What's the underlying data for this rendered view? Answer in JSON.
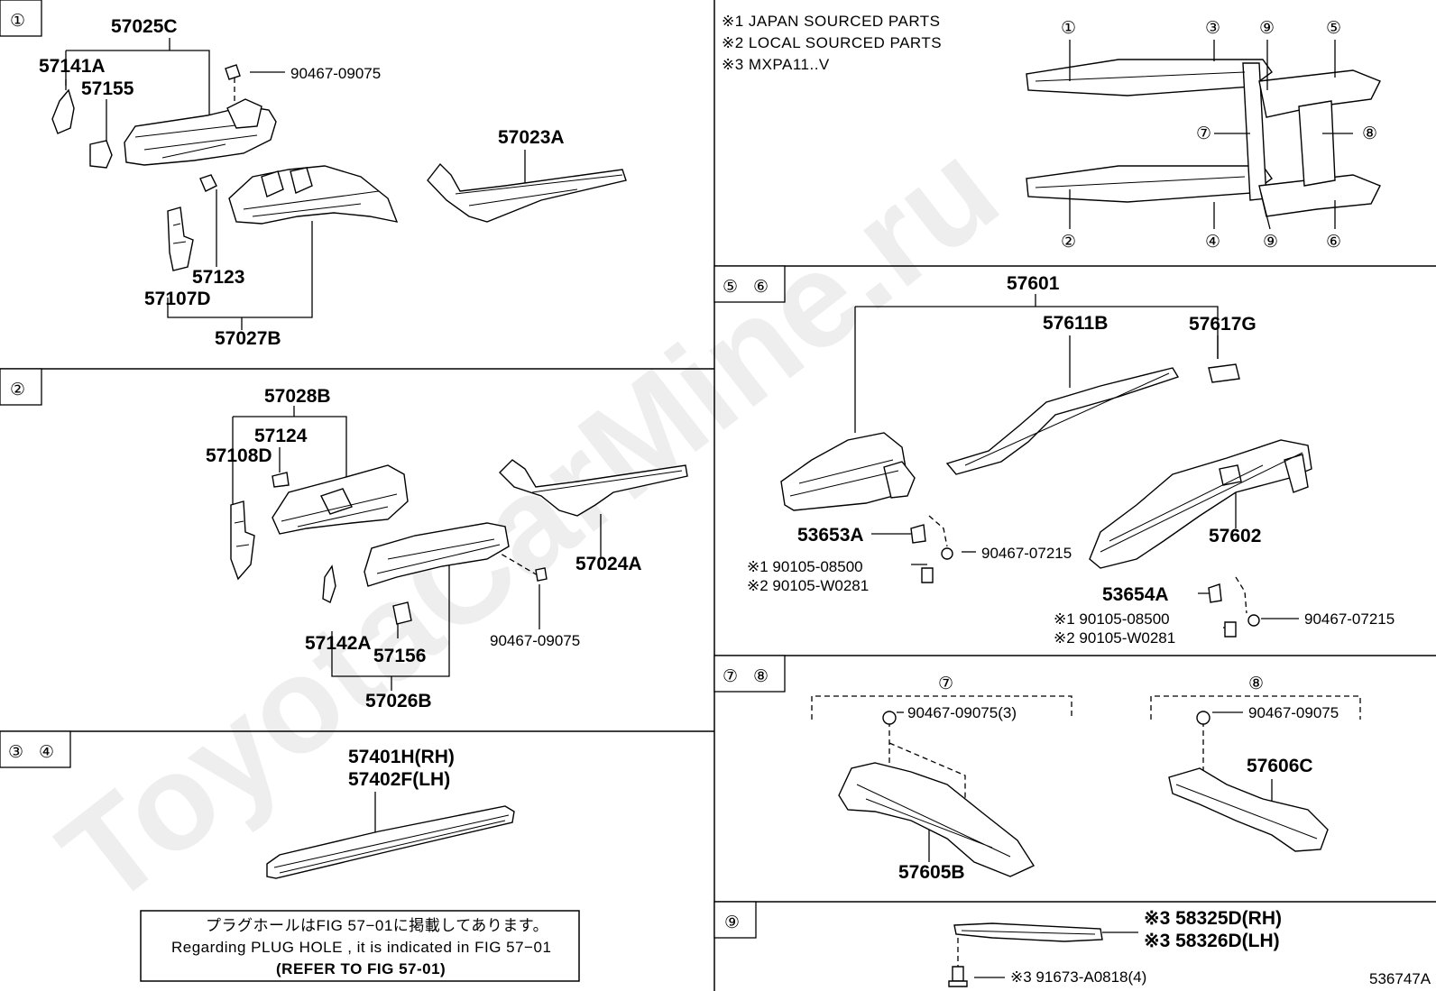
{
  "sections": {
    "s1": {
      "tag": "①",
      "labels": {
        "a": "57025C",
        "b": "57141A",
        "c": "57155",
        "d": "90467-09075",
        "e": "57023A",
        "f": "57123",
        "g": "57107D",
        "h": "57027B"
      }
    },
    "s2": {
      "tag": "②",
      "labels": {
        "a": "57028B",
        "b": "57124",
        "c": "57108D",
        "d": "57024A",
        "e": "57142A",
        "f": "57156",
        "g": "90467-09075",
        "h": "57026B"
      }
    },
    "s34": {
      "tag_a": "③",
      "tag_b": "④",
      "labels": {
        "a": "57401H(RH)",
        "b": "57402F(LH)"
      }
    },
    "s56": {
      "tag_a": "⑤",
      "tag_b": "⑥",
      "labels": {
        "a": "57601",
        "b": "57611B",
        "c": "57617G",
        "d": "53653A",
        "e": "90467-07215",
        "f": "※1 90105-08500",
        "g": "※2 90105-W0281",
        "h": "57602",
        "i": "53654A",
        "j": "※1 90105-08500",
        "k": "※2 90105-W0281",
        "l": "90467-07215"
      }
    },
    "s78": {
      "tag_a": "⑦",
      "tag_b": "⑧",
      "sub_a": "⑦",
      "sub_b": "⑧",
      "labels": {
        "a": "90467-09075(3)",
        "b": "57605B",
        "c": "90467-09075",
        "d": "57606C"
      }
    },
    "s9": {
      "tag": "⑨",
      "labels": {
        "a": "※3 58325D(RH)",
        "b": "※3 58326D(LH)",
        "c": "※3 91673-A0818(4)"
      }
    }
  },
  "overview": {
    "notes": [
      "※1  JAPAN SOURCED PARTS",
      "※2  LOCAL SOURCED PARTS",
      "※3  MXPA11..V"
    ],
    "callouts": {
      "c1": "①",
      "c2": "②",
      "c3": "③",
      "c4": "④",
      "c5": "⑤",
      "c6": "⑥",
      "c7": "⑦",
      "c8": "⑧",
      "c9a": "⑨",
      "c9b": "⑨"
    }
  },
  "reference_box": {
    "line1": "プラグホールはFIG 57−01に掲載してあります。",
    "line2": "Regarding  PLUG  HOLE , it is indicated in FIG 57−01",
    "line3": "(REFER TO FIG 57-01)"
  },
  "figure_id": "536747A",
  "watermark": "ToyotaCarMine.ru"
}
